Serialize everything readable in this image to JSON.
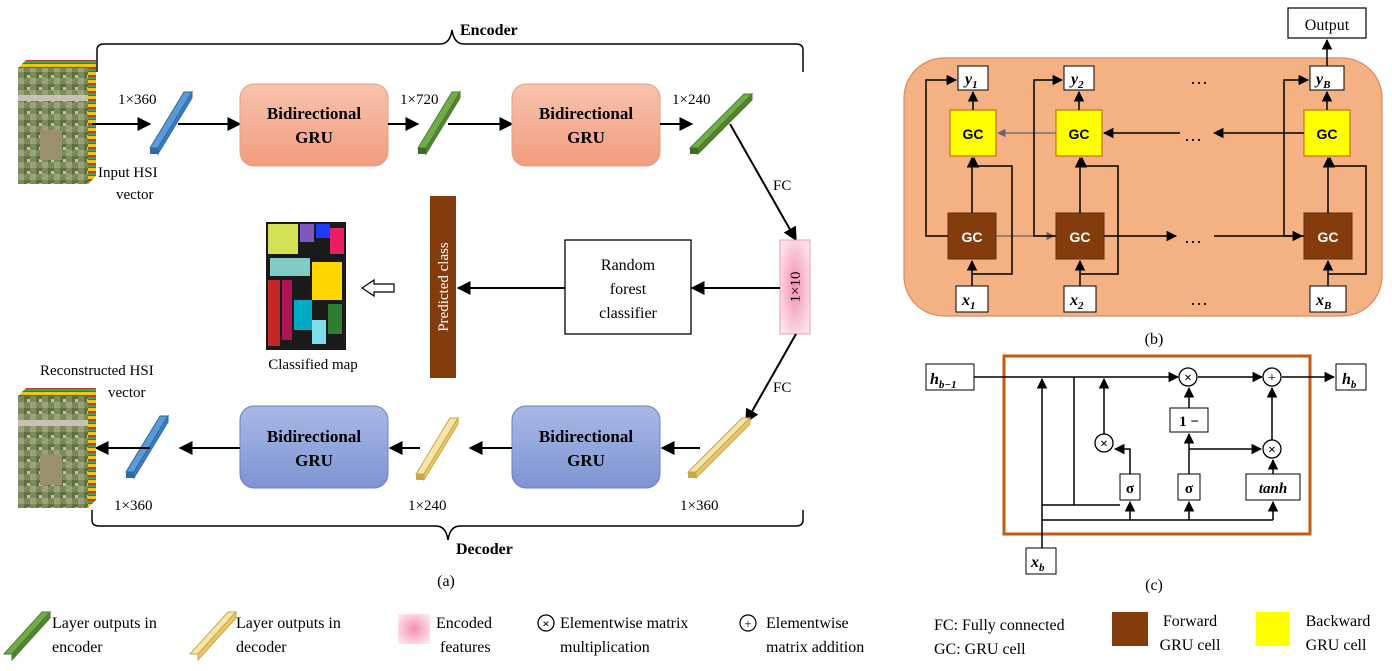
{
  "panel_a": {
    "encoder_label": "Encoder",
    "decoder_label": "Decoder",
    "input_dim": "1×360",
    "input_caption_line1": "Input HSI",
    "input_caption_line2": "vector",
    "enc_gru1_line1": "Bidirectional",
    "enc_gru1_line2": "GRU",
    "enc_dim2": "1×720",
    "enc_gru2_line1": "Bidirectional",
    "enc_gru2_line2": "GRU",
    "enc_dim3": "1×240",
    "fc_top": "FC",
    "fc_bottom": "FC",
    "encoded_dim": "1×10",
    "rf_line1": "Random",
    "rf_line2": "forest",
    "rf_line3": "classifier",
    "predicted_class": "Predicted class",
    "classified_map": "Classified map",
    "recon_line1": "Reconstructed HSI",
    "recon_line2": "vector",
    "dec_gru1_line1": "Bidirectional",
    "dec_gru1_line2": "GRU",
    "dec_gru2_line1": "Bidirectional",
    "dec_gru2_line2": "GRU",
    "dec_dim_out": "1×360",
    "dec_dim_mid": "1×240",
    "dec_dim_in": "1×360",
    "caption": "(a)"
  },
  "panel_b": {
    "output": "Output",
    "gc": "GC",
    "y1": "y",
    "y1_sub": "1",
    "y2": "y",
    "y2_sub": "2",
    "yB": "y",
    "yB_sub": "B",
    "x1": "x",
    "x1_sub": "1",
    "x2": "x",
    "x2_sub": "2",
    "xB": "x",
    "xB_sub": "B",
    "dots": "…",
    "caption": "(b)"
  },
  "panel_c": {
    "h_prev": "h",
    "h_prev_sub": "b−1",
    "h_out": "h",
    "h_out_sub": "b",
    "x_in": "x",
    "x_in_sub": "b",
    "one_minus": "1 −",
    "sigma": "σ",
    "tanh": "tanh",
    "caption": "(c)"
  },
  "legend": {
    "enc_line1": "Layer outputs in",
    "enc_line2": "encoder",
    "dec_line1": "Layer outputs in",
    "dec_line2": "decoder",
    "feat_line1": "Encoded",
    "feat_line2": "features",
    "mult_line1": "Elementwise matrix",
    "mult_line2": "multiplication",
    "add_line1": "Elementwise",
    "add_line2": "matrix addition",
    "fc_def": "FC: Fully connected",
    "gc_def": "GC: GRU cell",
    "fwd_line1": "Forward",
    "fwd_line2": "GRU cell",
    "bwd_line1": "Backward",
    "bwd_line2": "GRU cell"
  },
  "colors": {
    "encoder_gru": "#f5b49a",
    "decoder_gru": "#8fa3d9",
    "encoder_layer": "#70ad47",
    "decoder_layer": "#f2d98a",
    "input_layer": "#5b9bd5",
    "encoded_feature": "#f8c8d4",
    "predicted_bar": "#843c0c",
    "panel_b_bg": "#f4b183",
    "forward_gru": "#843c0c",
    "backward_gru": "#ffff00",
    "cell_border": "#c55a11"
  }
}
